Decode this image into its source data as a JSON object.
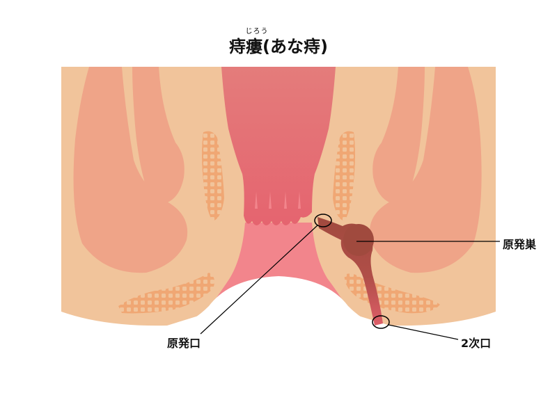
{
  "title": {
    "main": "痔瘻(あな痔)",
    "ruby": "じろう"
  },
  "labels": {
    "primary_abscess": "原発巣",
    "primary_opening": "原発口",
    "secondary_opening": "2次口"
  },
  "colors": {
    "skin": "#F1C49B",
    "muscle": "#EFA488",
    "rectum_top": "#E47A7A",
    "rectum": "#E56B73",
    "anal_canal": "#F2858C",
    "fistula_dark": "#9E4A3E",
    "fistula_light": "#D85A63",
    "sphincter_mesh": "#F0A774",
    "line": "#000000"
  }
}
